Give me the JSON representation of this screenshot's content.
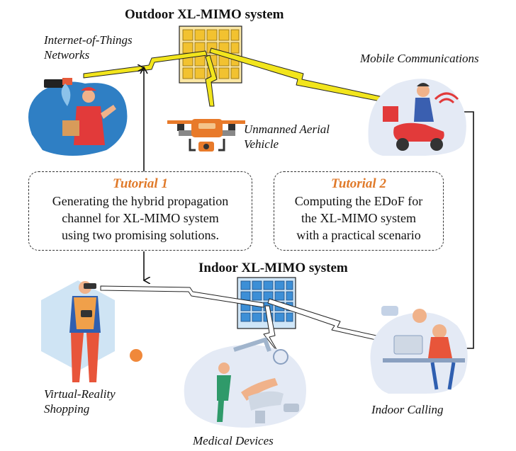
{
  "outdoor": {
    "title": "Outdoor XL-MIMO system"
  },
  "indoor": {
    "title": "Indoor XL-MIMO system"
  },
  "labels": {
    "iot": [
      "Internet-of-Things",
      "Networks"
    ],
    "mobile": "Mobile Communications",
    "uav": [
      "Unmanned Aerial",
      "Vehicle"
    ],
    "vr": [
      "Virtual-Reality",
      "Shopping"
    ],
    "medical": "Medical Devices",
    "calling": "Indoor Calling"
  },
  "tutorial1": {
    "title": "Tutorial 1",
    "lines": [
      "Generating the hybrid propagation",
      "channel for XL-MIMO system",
      "using two promising solutions."
    ]
  },
  "tutorial2": {
    "title": "Tutorial 2",
    "lines": [
      "Computing the EDoF for",
      "the XL-MIMO system",
      "with a practical scenario"
    ]
  },
  "colors": {
    "outdoor_array": "#f2c230",
    "indoor_array": "#3d8fd6",
    "lightning": "#f2e51c",
    "tutorial_title": "#e07a2a",
    "box_border": "#333333"
  }
}
